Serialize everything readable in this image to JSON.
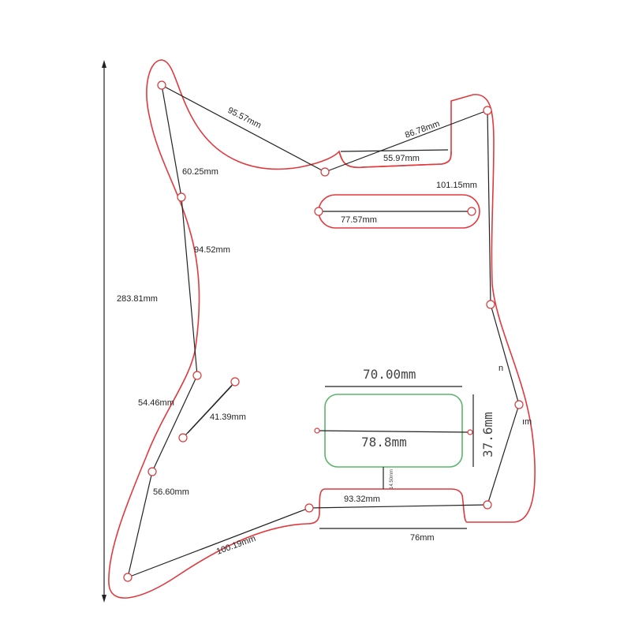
{
  "colors": {
    "outline": "#e0393e",
    "pickup_green": "#5ab56a",
    "dimension_line": "#222222"
  },
  "dimensions": {
    "overall_height": "283.81mm",
    "top_left_diag": "95.57mm",
    "top_right_diag": "86.78mm",
    "horn_slot_width": "55.97mm",
    "neck_pickup_outer": "101.15mm",
    "neck_pickup_holes": "77.57mm",
    "left_upper": "60.25mm",
    "left_mid": "94.52mm",
    "left_lower": "54.46mm",
    "left_bottom": "56.60mm",
    "switch_slot": "41.39mm",
    "bottom_diag": "100.19mm",
    "bridge_slot_width": "93.32mm",
    "bridge_slot_base": "76mm",
    "humbucker_width": "70.00mm",
    "humbucker_holes": "78.8mm",
    "humbucker_height": "37.6mm",
    "humbucker_gap": "14.50mm",
    "cropped_label_1": "n",
    "cropped_label_2": "ım"
  }
}
